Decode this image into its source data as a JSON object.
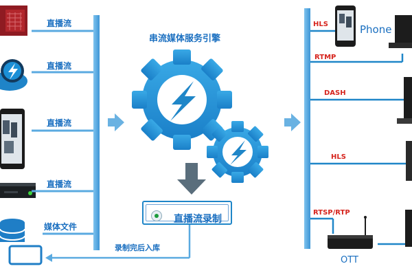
{
  "diagram": {
    "input_labels": [
      "直播流",
      "直播流",
      "直播流",
      "直播流",
      "媒体文件"
    ],
    "engine_title": "串流媒体服务引擎",
    "record_label": "直播流录制",
    "return_label": "录制完后入库",
    "outputs": {
      "hls_top": "HLS",
      "phone": "Phone",
      "rtmp": "RTMP",
      "dash": "DASH",
      "hls_mid": "HLS",
      "rtsp": "RTSP/RTP",
      "ott": "OTT"
    },
    "colors": {
      "accent": "#1f86c8",
      "bus": "#5aaae0",
      "label_blue": "#1a6fc0",
      "protocol_red": "#d6241d",
      "arrow_gray": "#5a6e7c"
    }
  }
}
